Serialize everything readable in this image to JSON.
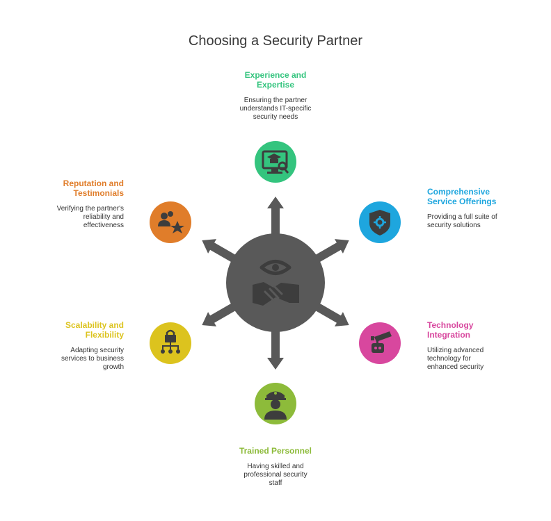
{
  "title": "Choosing a Security Partner",
  "colors": {
    "hub": "#595959",
    "arrow": "#595959",
    "icon_dark": "#3d3d3d",
    "experience": "#34c47e",
    "service": "#1ea6de",
    "technology": "#d8479e",
    "personnel": "#8dbb3a",
    "scalability": "#dcc31e",
    "reputation": "#e07d2a"
  },
  "hub": {
    "icon": "eye-handshake-icon"
  },
  "nodes": [
    {
      "key": "experience",
      "heading": "Experience and Expertise",
      "heading_lines": [
        "Experience and",
        "Expertise"
      ],
      "description": "Ensuring the partner understands IT-specific security needs",
      "icon": "monitor-graduation-search-icon"
    },
    {
      "key": "service",
      "heading": "Comprehensive Service Offerings",
      "heading_lines": [
        "Comprehensive",
        "Service Offerings"
      ],
      "description": "Providing a full suite of security solutions",
      "icon": "shield-gear-icon"
    },
    {
      "key": "technology",
      "heading": "Technology Integration",
      "heading_lines": [
        "Technology",
        "Integration"
      ],
      "description": "Utilizing advanced technology for enhanced security",
      "icon": "security-camera-robot-icon"
    },
    {
      "key": "personnel",
      "heading": "Trained Personnel",
      "heading_lines": [
        "Trained Personnel"
      ],
      "description": "Having skilled and professional security staff",
      "icon": "security-guard-icon"
    },
    {
      "key": "scalability",
      "heading": "Scalability and Flexibility",
      "heading_lines": [
        "Scalability and",
        "Flexibility"
      ],
      "description": "Adapting security services to business growth",
      "icon": "lock-network-icon"
    },
    {
      "key": "reputation",
      "heading": "Reputation and Testimonials",
      "heading_lines": [
        "Reputation and",
        "Testimonials"
      ],
      "description": "Verifying the partner's reliability and effectiveness",
      "icon": "users-star-icon"
    }
  ]
}
